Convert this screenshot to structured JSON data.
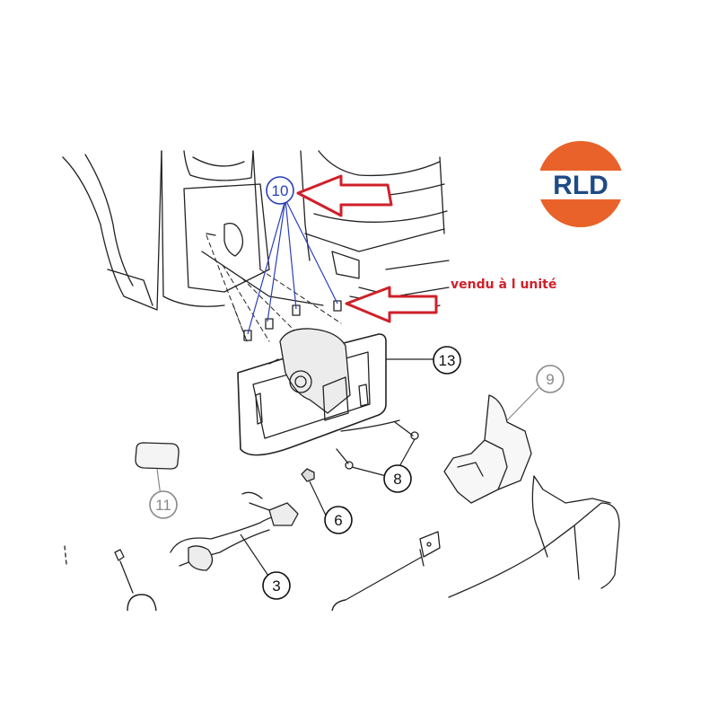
{
  "logo": {
    "text": "RLD",
    "text_color": "#1f4b86",
    "ring_color": "#e8622a"
  },
  "note": {
    "text": "vendu à l unité",
    "color": "#d0202a"
  },
  "callouts": [
    {
      "id": "c10",
      "label": "10",
      "color": "#2a3fb8"
    },
    {
      "id": "c13",
      "label": "13",
      "color": "#111111"
    },
    {
      "id": "c9",
      "label": "9",
      "color": "#888888"
    },
    {
      "id": "c8",
      "label": "8",
      "color": "#111111"
    },
    {
      "id": "c11",
      "label": "11",
      "color": "#888888"
    },
    {
      "id": "c6",
      "label": "6",
      "color": "#111111"
    },
    {
      "id": "c3",
      "label": "3",
      "color": "#111111"
    }
  ],
  "arrow_color": "#d0202a"
}
